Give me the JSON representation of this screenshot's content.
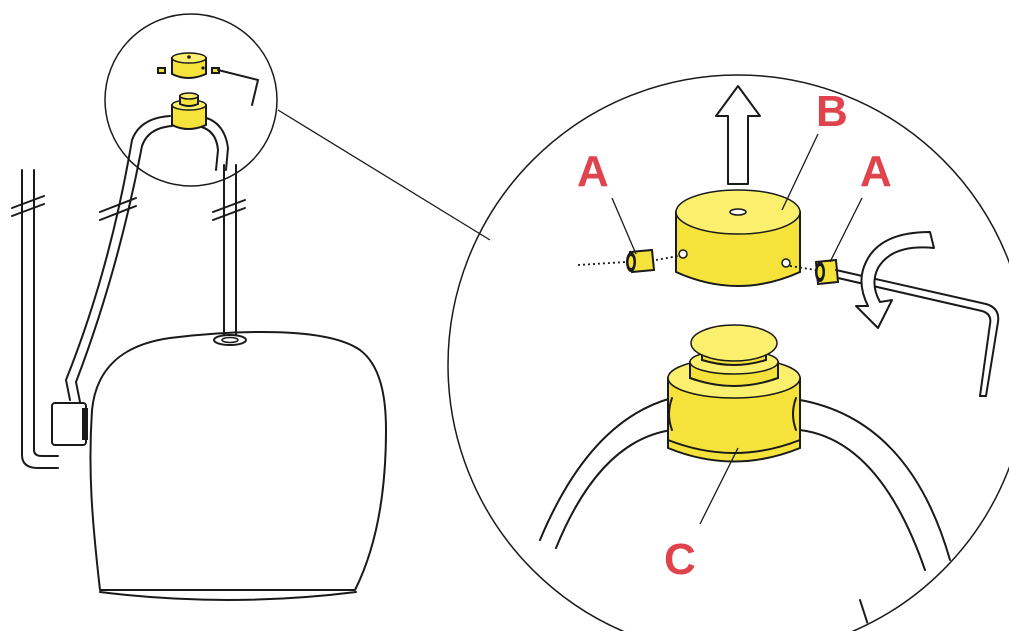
{
  "labels": {
    "a_left": "A",
    "a_right": "A",
    "b": "B",
    "c": "C"
  },
  "colors": {
    "label_red": "#e0434c",
    "brass_yellow": "#f5e23a",
    "line_black": "#1a1a1a",
    "background": "#ffffff"
  },
  "icons": {
    "lift_arrow": "up-arrow-icon",
    "rotate_arrow": "curved-rotate-arrow-icon"
  }
}
